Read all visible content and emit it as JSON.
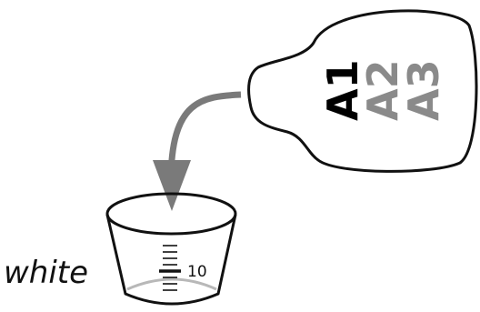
{
  "bottle": {
    "labels": [
      "A1",
      "A2",
      "A3"
    ],
    "active_color": "#000000",
    "inactive_color": "#8a8a8a"
  },
  "cup": {
    "label": "white",
    "scale_value": "10"
  },
  "arrow": {
    "color": "#7a7a7a"
  }
}
